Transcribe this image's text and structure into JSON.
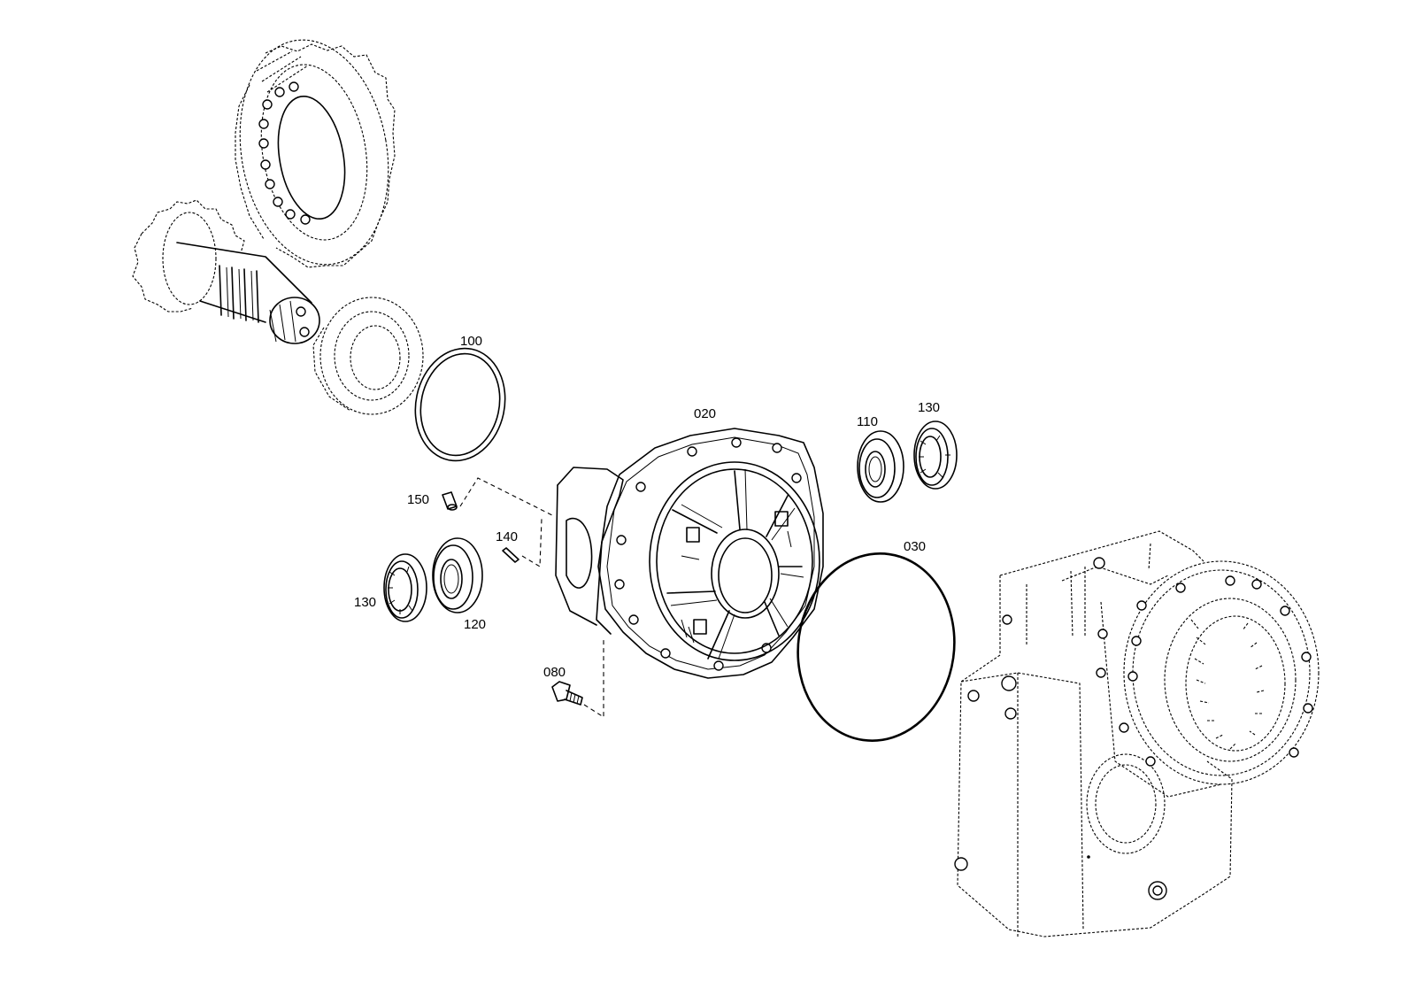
{
  "diagram": {
    "part_labels": {
      "p020": "020",
      "p030": "030",
      "p080": "080",
      "p100": "100",
      "p110": "110",
      "p120": "120",
      "p130_right": "130",
      "p130_left": "130",
      "p140": "140",
      "p150": "150"
    }
  }
}
